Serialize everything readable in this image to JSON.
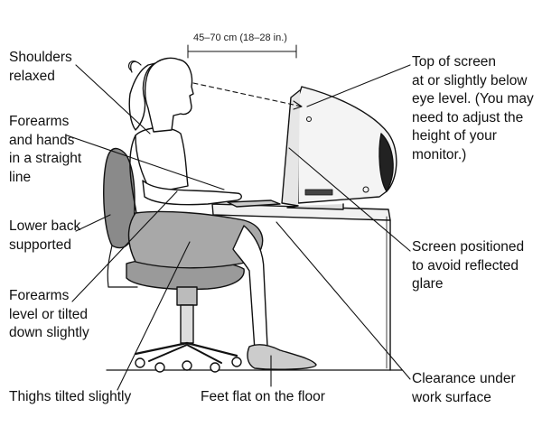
{
  "diagram": {
    "distance_label": "45–70 cm (18–28 in.)",
    "labels": {
      "shoulders": "Shoulders\nrelaxed",
      "forearms_hands": "Forearms\nand hands\nin a straight\nline",
      "lower_back": "Lower back\nsupported",
      "forearms_level": "Forearms\nlevel or tilted\ndown slightly",
      "thighs": "Thighs tilted slightly",
      "feet": "Feet flat on the floor",
      "top_of_screen": "Top of screen\nat or slightly below\neye level. (You may\nneed to adjust the\nheight of your\nmonitor.)",
      "screen_glare": "Screen positioned\nto avoid reflected\nglare",
      "clearance": "Clearance under\nwork surface"
    }
  }
}
